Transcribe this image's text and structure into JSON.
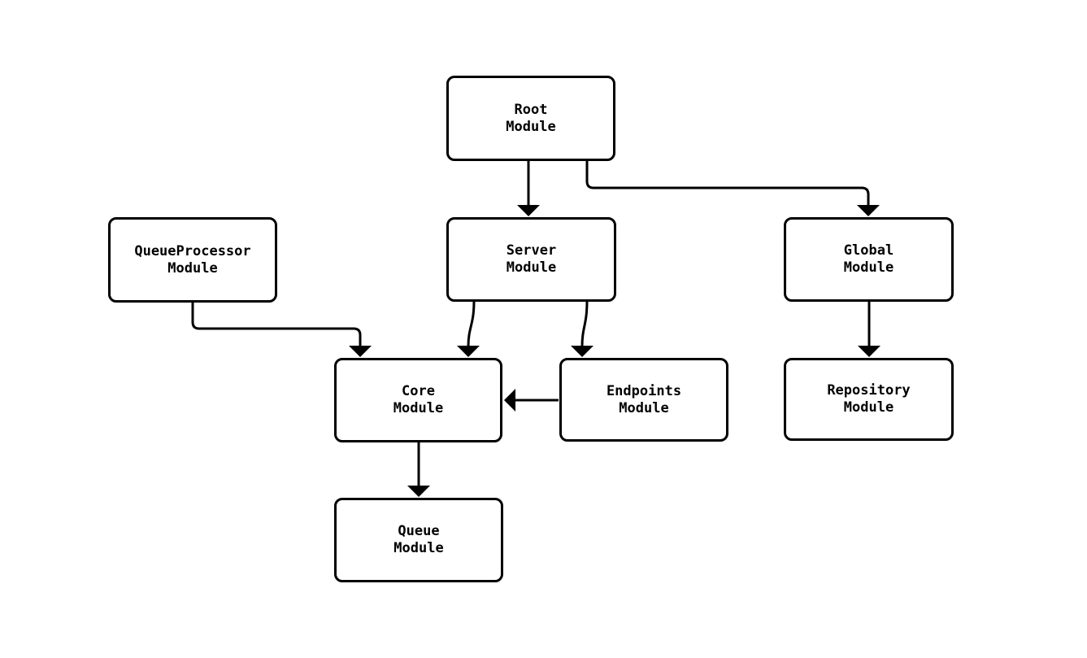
{
  "diagram": {
    "background_color": "#ffffff",
    "stroke_color": "#000000",
    "text_color": "#000000",
    "nodes": [
      {
        "id": "root",
        "line1": "Root",
        "line2": "Module"
      },
      {
        "id": "queueprocessor",
        "line1": "QueueProcessor",
        "line2": "Module"
      },
      {
        "id": "server",
        "line1": "Server",
        "line2": "Module"
      },
      {
        "id": "global",
        "line1": "Global",
        "line2": "Module"
      },
      {
        "id": "core",
        "line1": "Core",
        "line2": "Module"
      },
      {
        "id": "endpoints",
        "line1": "Endpoints",
        "line2": "Module"
      },
      {
        "id": "repository",
        "line1": "Repository",
        "line2": "Module"
      },
      {
        "id": "queue",
        "line1": "Queue",
        "line2": "Module"
      }
    ],
    "edges": [
      {
        "from": "Root Module",
        "to": "Server Module"
      },
      {
        "from": "Root Module",
        "to": "Global Module"
      },
      {
        "from": "QueueProcessor Module",
        "to": "Core Module"
      },
      {
        "from": "Server Module",
        "to": "Core Module"
      },
      {
        "from": "Server Module",
        "to": "Endpoints Module"
      },
      {
        "from": "Endpoints Module",
        "to": "Core Module"
      },
      {
        "from": "Global Module",
        "to": "Repository Module"
      },
      {
        "from": "Core Module",
        "to": "Queue Module"
      }
    ]
  }
}
